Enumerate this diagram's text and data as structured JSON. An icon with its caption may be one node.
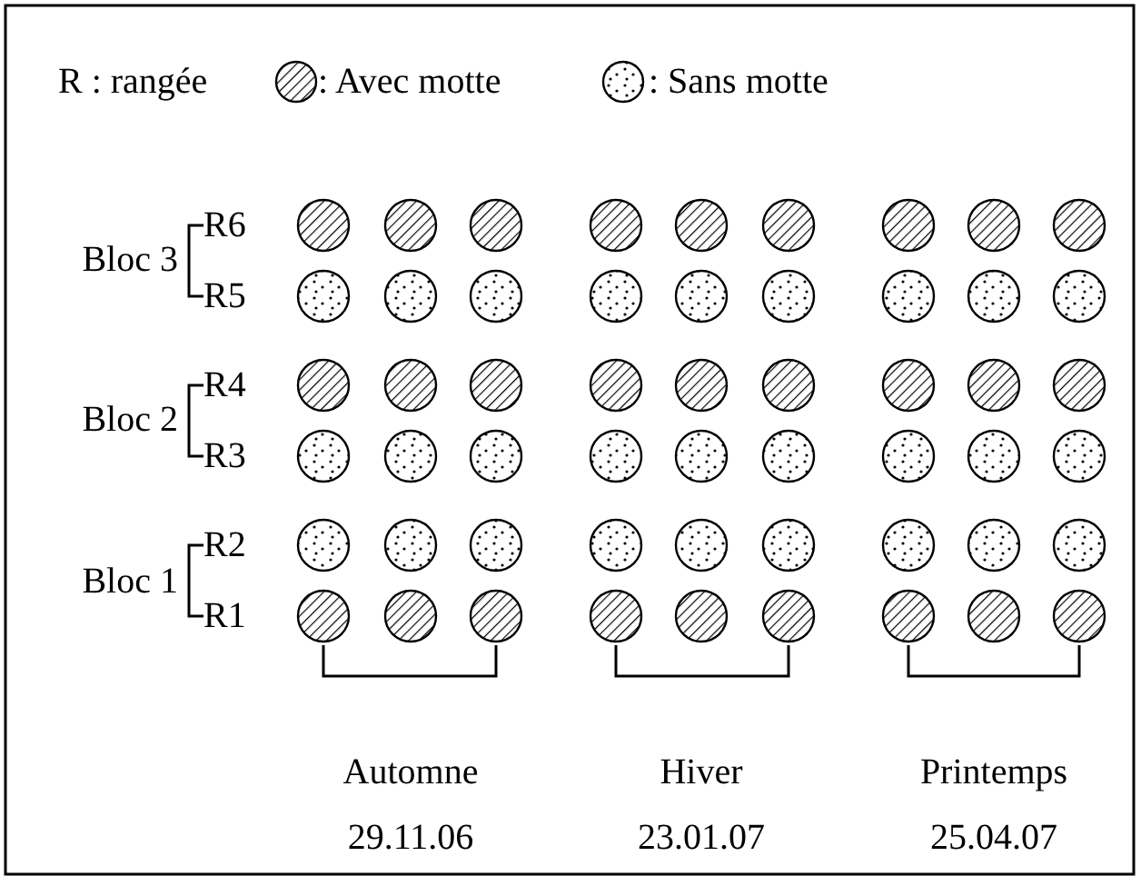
{
  "diagram": {
    "labels": [
      "R : rangée",
      "Bloc 3",
      "R6",
      "R5",
      "Bloc 2",
      "R4",
      "R3",
      "Bloc 1",
      "R2",
      "R1",
      "Automne",
      "Hiver",
      "Printemps",
      "29.11.06",
      "23.01.07",
      "25.04.07"
    ],
    "legend": [
      {
        "text": ": Avec motte"
      },
      {
        "text": ": Sans motte"
      }
    ]
  }
}
